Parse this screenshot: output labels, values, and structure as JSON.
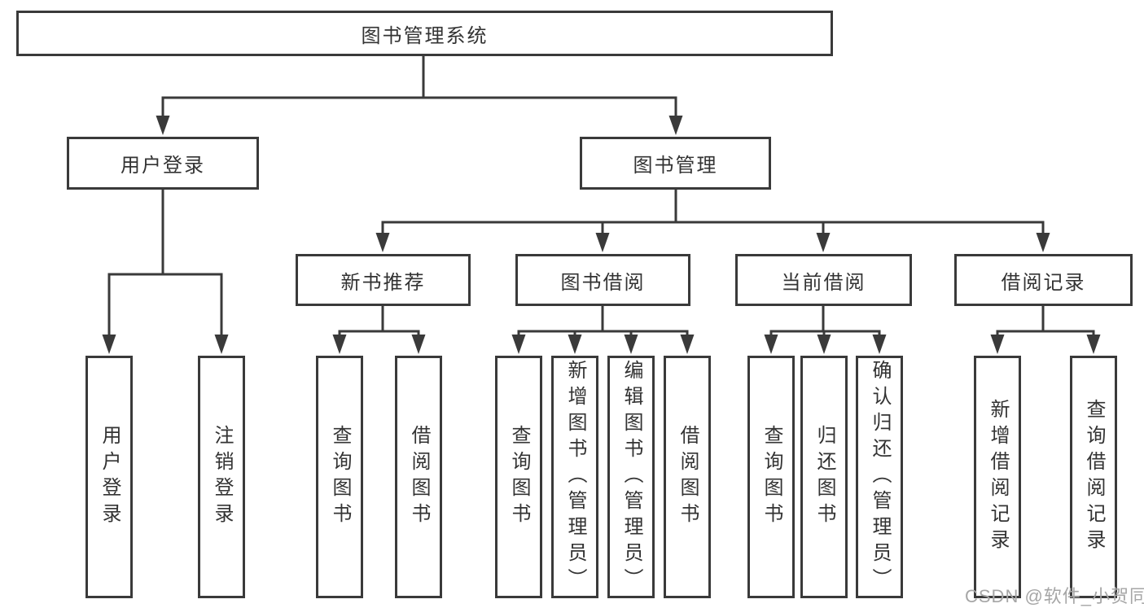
{
  "tree": {
    "root": {
      "label": "图书管理系统",
      "children": [
        {
          "label": "用户登录",
          "children": [
            {
              "label": "用户登录"
            },
            {
              "label": "注销登录"
            }
          ]
        },
        {
          "label": "图书管理",
          "children": [
            {
              "label": "新书推荐",
              "children": [
                {
                  "label": "查询图书"
                },
                {
                  "label": "借阅图书"
                }
              ]
            },
            {
              "label": "图书借阅",
              "children": [
                {
                  "label": "查询图书"
                },
                {
                  "label": "新增图书（管理员）"
                },
                {
                  "label": "编辑图书（管理员）"
                },
                {
                  "label": "借阅图书"
                }
              ]
            },
            {
              "label": "当前借阅",
              "children": [
                {
                  "label": "查询图书"
                },
                {
                  "label": "归还图书"
                },
                {
                  "label": "确认归还（管理员）"
                }
              ]
            },
            {
              "label": "借阅记录",
              "children": [
                {
                  "label": "新增借阅记录"
                },
                {
                  "label": "查询借阅记录"
                }
              ]
            }
          ]
        }
      ]
    }
  },
  "watermark": "CSDN @软件_小贺同学",
  "colors": {
    "background": "#ffffff",
    "line": "#3a3a3a",
    "border": "#3a3a3a",
    "text": "#333333",
    "watermark": "#a6a6a6"
  }
}
